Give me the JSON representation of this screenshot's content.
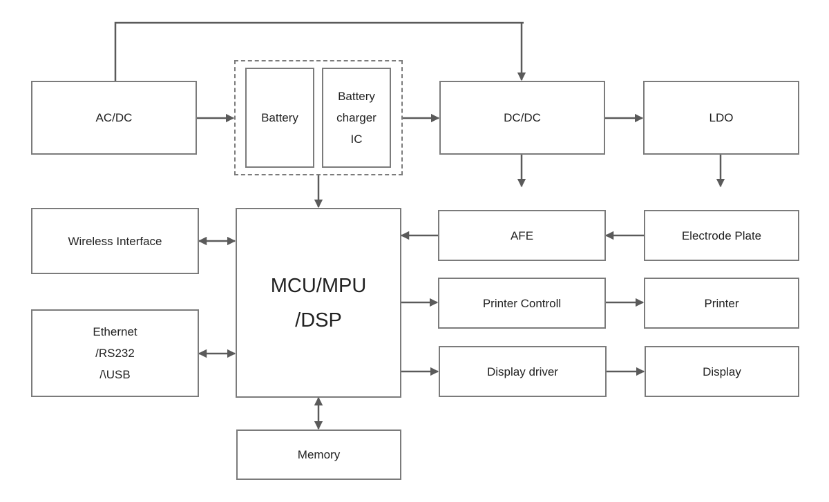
{
  "title": "Block diagram",
  "blocks": {
    "acdc": {
      "lines": [
        "AC/DC"
      ]
    },
    "battery": {
      "lines": [
        "Battery"
      ]
    },
    "charger": {
      "lines": [
        "Battery",
        "charger",
        "IC"
      ]
    },
    "dcdc": {
      "lines": [
        "DC/DC"
      ]
    },
    "ldo": {
      "lines": [
        "LDO"
      ]
    },
    "wireless": {
      "lines": [
        "Wireless Interface"
      ]
    },
    "mcu": {
      "lines": [
        "MCU/MPU",
        "/DSP"
      ]
    },
    "afe": {
      "lines": [
        "AFE"
      ]
    },
    "electrode": {
      "lines": [
        "Electrode Plate"
      ]
    },
    "ethernet": {
      "lines": [
        "Ethernet",
        "/RS232",
        "/\\USB"
      ]
    },
    "printer_ctrl": {
      "lines": [
        "Printer Controll"
      ]
    },
    "printer": {
      "lines": [
        "Printer"
      ]
    },
    "display_driver": {
      "lines": [
        "Display driver"
      ]
    },
    "display": {
      "lines": [
        "Display"
      ]
    },
    "memory": {
      "lines": [
        "Memory"
      ]
    }
  },
  "colors": {
    "line": "#5a5a5a",
    "border": "#7b7b7b"
  }
}
